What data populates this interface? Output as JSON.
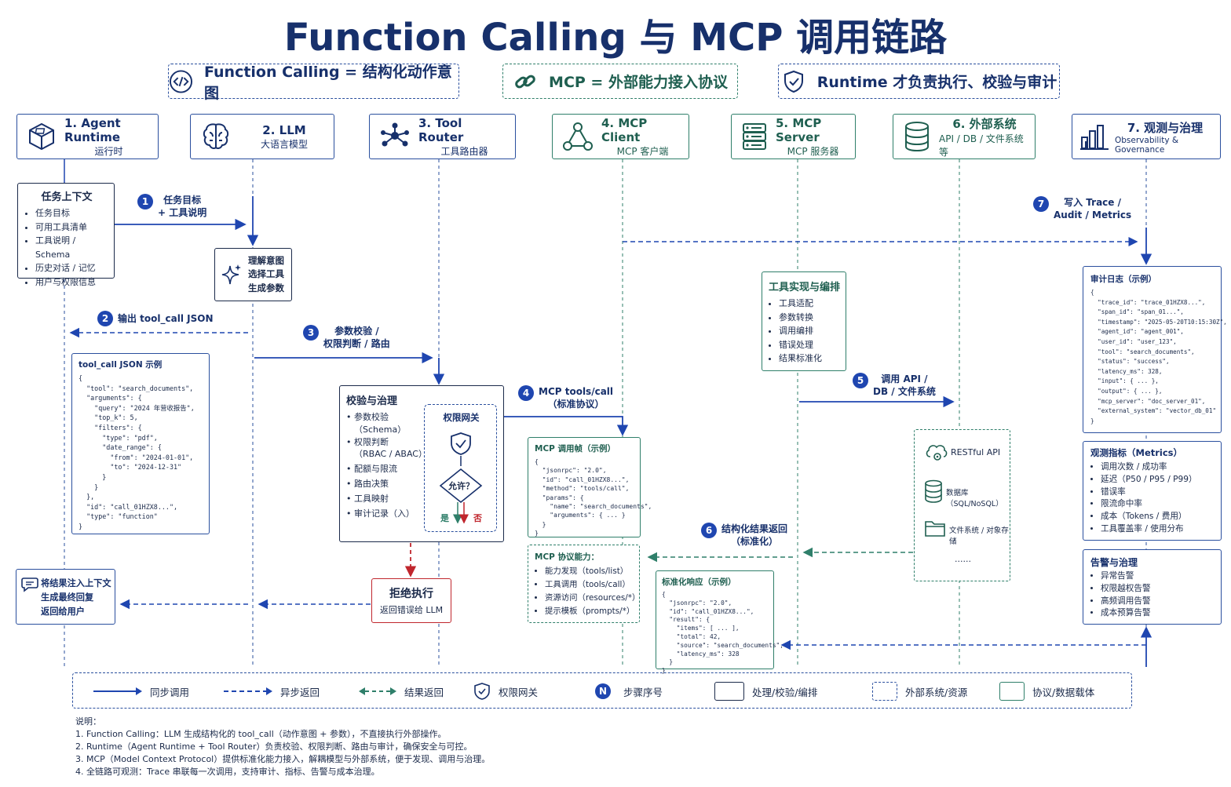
{
  "title": "Function Calling 与 MCP 调用链路",
  "banners": [
    {
      "text": "Function Calling = 结构化动作意图",
      "icon": "code-icon"
    },
    {
      "text": "MCP = 外部能力接入协议",
      "icon": "link-icon"
    },
    {
      "text": "Runtime 才负责执行、校验与审计",
      "icon": "shield-check-icon"
    }
  ],
  "columns": [
    {
      "title": "1. Agent Runtime",
      "subtitle": "运行时",
      "icon": "cube-icon"
    },
    {
      "title": "2. LLM",
      "subtitle": "大语言模型",
      "icon": "brain-icon"
    },
    {
      "title": "3. Tool Router",
      "subtitle": "工具路由器",
      "icon": "router-nodes-icon"
    },
    {
      "title": "4. MCP Client",
      "subtitle": "MCP 客户端",
      "icon": "network-triangle-icon"
    },
    {
      "title": "5. MCP Server",
      "subtitle": "MCP 服务器",
      "icon": "server-icon"
    },
    {
      "title": "6. 外部系统",
      "subtitle": "API / DB / 文件系统等",
      "icon": "database-icon"
    },
    {
      "title": "7. 观测与治理",
      "subtitle": "Observability & Governance",
      "icon": "bar-chart-icon"
    }
  ],
  "task_context": {
    "title": "任务上下文",
    "items": [
      "任务目标",
      "可用工具清单",
      "工具说明 / Schema",
      "历史对话 / 记忆",
      "用户与权限信息"
    ]
  },
  "llm_box": {
    "lines": [
      "理解意图",
      "选择工具",
      "生成参数"
    ],
    "icon": "sparkle-icon"
  },
  "steps": [
    {
      "n": "1",
      "lines": [
        "任务目标",
        "+ 工具说明"
      ]
    },
    {
      "n": "2",
      "lines": [
        "输出 tool_call JSON"
      ]
    },
    {
      "n": "3",
      "lines": [
        "参数校验 /",
        "权限判断 / 路由"
      ]
    },
    {
      "n": "4",
      "lines": [
        "MCP tools/call",
        "（标准协议）"
      ]
    },
    {
      "n": "5",
      "lines": [
        "调用 API /",
        "DB / 文件系统"
      ]
    },
    {
      "n": "6",
      "lines": [
        "结构化结果返回",
        "（标准化）"
      ]
    },
    {
      "n": "7",
      "lines": [
        "写入 Trace /",
        "Audit / Metrics"
      ]
    }
  ],
  "tool_call_json": {
    "title": "tool_call JSON 示例",
    "code": "{\n  \"tool\": \"search_documents\",\n  \"arguments\": {\n    \"query\": \"2024 年营收报告\",\n    \"top_k\": 5,\n    \"filters\": {\n      \"type\": \"pdf\",\n      \"date_range\": {\n        \"from\": \"2024-01-01\",\n        \"to\": \"2024-12-31\"\n      }\n    }\n  },\n  \"id\": \"call_01HZX8...\",\n  \"type\": \"function\"\n}"
  },
  "validation": {
    "title": "校验与治理",
    "items": [
      "参数校验",
      "（Schema）",
      "权限判断",
      "（RBAC / ABAC）",
      "配额与限流",
      "路由决策",
      "工具映射",
      "审计记录（入）"
    ],
    "gateway_title": "权限网关",
    "decision": "允许？",
    "yes": "是",
    "no": "否"
  },
  "reject": {
    "title": "拒绝执行",
    "subtitle": "返回错误给 LLM"
  },
  "final_answer": {
    "lines": [
      "将结果注入上下文",
      "生成最终回复",
      "返回给用户"
    ],
    "icon": "chat-icon"
  },
  "mcp_frame": {
    "title": "MCP 调用帧（示例）",
    "code": "{\n  \"jsonrpc\": \"2.0\",\n  \"id\": \"call_01HZX8...\",\n  \"method\": \"tools/call\",\n  \"params\": {\n    \"name\": \"search_documents\",\n    \"arguments\": { ... }\n  }\n}"
  },
  "mcp_capabilities": {
    "title": "MCP 协议能力：",
    "items": [
      "能力发现（tools/list）",
      "工具调用（tools/call）",
      "资源访问（resources/*）",
      "提示模板（prompts/*）"
    ]
  },
  "tool_impl": {
    "title": "工具实现与编排",
    "items": [
      "工具适配",
      "参数转换",
      "调用编排",
      "错误处理",
      "结果标准化"
    ]
  },
  "external": {
    "items": [
      {
        "label": "RESTful API",
        "icon": "cloud-gear-icon"
      },
      {
        "label": "数据库（SQL/NoSQL）",
        "icon": "database-icon"
      },
      {
        "label": "文件系统 / 对象存储",
        "icon": "folder-icon"
      }
    ],
    "more": "......"
  },
  "std_response": {
    "title": "标准化响应（示例）",
    "code": "{\n  \"jsonrpc\": \"2.0\",\n  \"id\": \"call_01HZX8...\",\n  \"result\": {\n    \"items\": [ ... ],\n    \"total\": 42,\n    \"source\": \"search_documents\",\n    \"latency_ms\": 328\n  }\n}"
  },
  "audit_log": {
    "title": "审计日志（示例）",
    "code": "{\n  \"trace_id\": \"trace_01HZX8...\",\n  \"span_id\": \"span_01...\",\n  \"timestamp\": \"2025-05-20T10:15:30Z\",\n  \"agent_id\": \"agent_001\",\n  \"user_id\": \"user_123\",\n  \"tool\": \"search_documents\",\n  \"status\": \"success\",\n  \"latency_ms\": 328,\n  \"input\": { ... },\n  \"output\": { ... },\n  \"mcp_server\": \"doc_server_01\",\n  \"external_system\": \"vector_db_01\"\n}"
  },
  "metrics": {
    "title": "观测指标（Metrics）",
    "items": [
      "调用次数 / 成功率",
      "延迟（P50 / P95 / P99）",
      "错误率",
      "限流命中率",
      "成本（Tokens / 费用）",
      "工具覆盖率 / 使用分布"
    ]
  },
  "alerts": {
    "title": "告警与治理",
    "items": [
      "异常告警",
      "权限越权告警",
      "高频调用告警",
      "成本预算告警"
    ]
  },
  "legend": [
    {
      "label": "同步调用",
      "kind": "sync-arrow"
    },
    {
      "label": "异步返回",
      "kind": "async-arrow"
    },
    {
      "label": "结果返回",
      "kind": "result-arrow"
    },
    {
      "label": "权限网关",
      "kind": "shield"
    },
    {
      "label": "步骤序号",
      "kind": "badge",
      "glyph": "N"
    },
    {
      "label": "处理/校验/编排",
      "kind": "solid-box"
    },
    {
      "label": "外部系统/资源",
      "kind": "dashed-box"
    },
    {
      "label": "协议/数据载体",
      "kind": "green-box"
    }
  ],
  "notes": {
    "heading": "说明：",
    "lines": [
      "1. Function Calling：LLM 生成结构化的 tool_call（动作意图 + 参数），不直接执行外部操作。",
      "2. Runtime（Agent Runtime + Tool Router）负责校验、权限判断、路由与审计，确保安全与可控。",
      "3. MCP（Model Context Protocol）提供标准化能力接入，解耦模型与外部系统，便于发现、调用与治理。",
      "4. 全链路可观测：Trace 串联每一次调用，支持审计、指标、告警与成本治理。"
    ]
  },
  "colors": {
    "navy": "#17306b",
    "blue": "#1f46b0",
    "green": "#2f7f6a",
    "red": "#c0262d"
  }
}
